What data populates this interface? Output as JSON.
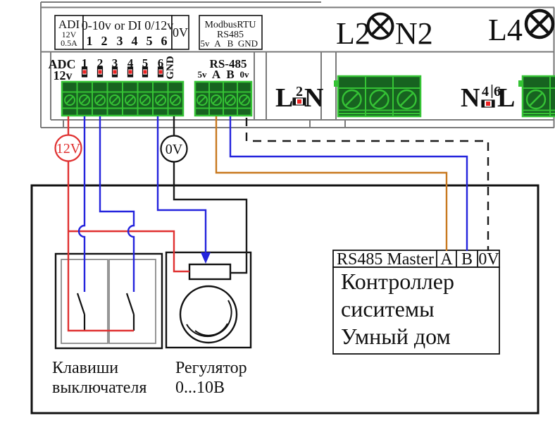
{
  "colors": {
    "wire_red": "#e03131",
    "wire_blue": "#2424dd",
    "wire_orange": "#c8791f",
    "wire_black": "#1a1a1a",
    "terminal_green_bright": "#35c335",
    "terminal_green_dark": "#176320",
    "device_outline_gray": "#7a7a7a",
    "jumper_red": "#ee2222"
  },
  "labels": {
    "adi1": "ADI",
    "adi2": "12V",
    "adi3": "0.5A",
    "di_title": "0-10v or DI 0/12v",
    "di_nums": [
      "1",
      "2",
      "3",
      "4",
      "5",
      "6"
    ],
    "ov_top": "0V",
    "mb1": "ModbusRTU",
    "mb2": "RS485",
    "mb_pins": [
      "5v",
      "A",
      "B",
      "GND"
    ],
    "adc1": "ADC",
    "adc2": "12v",
    "adc_nums": [
      "1",
      "2",
      "3",
      "4",
      "5",
      "6"
    ],
    "gnd": "GND",
    "rs_title": "RS-485",
    "rs_pins": [
      "5v",
      "A",
      "B",
      "0v"
    ],
    "lamp2_l": "L2",
    "lamp2_n": "N2",
    "lamp4_l": "L4",
    "r1_l": "L",
    "r1_s": "2",
    "r1_n": "N",
    "r2_n": "N",
    "r2_s1": "4",
    "r2_s2": "6",
    "r2_l": "L",
    "node12": "12V",
    "node0": "0V"
  },
  "controller": {
    "header": "RS485 Master",
    "pin_a": "A",
    "pin_b": "B",
    "pin_0": "0V",
    "body1": "Контроллер",
    "body2": "сиситемы",
    "body3": "Умный дом"
  },
  "captions": {
    "sw1": "Клавиши",
    "sw2": "выключателя",
    "reg1": "Регулятор",
    "reg2": "0...10В"
  }
}
